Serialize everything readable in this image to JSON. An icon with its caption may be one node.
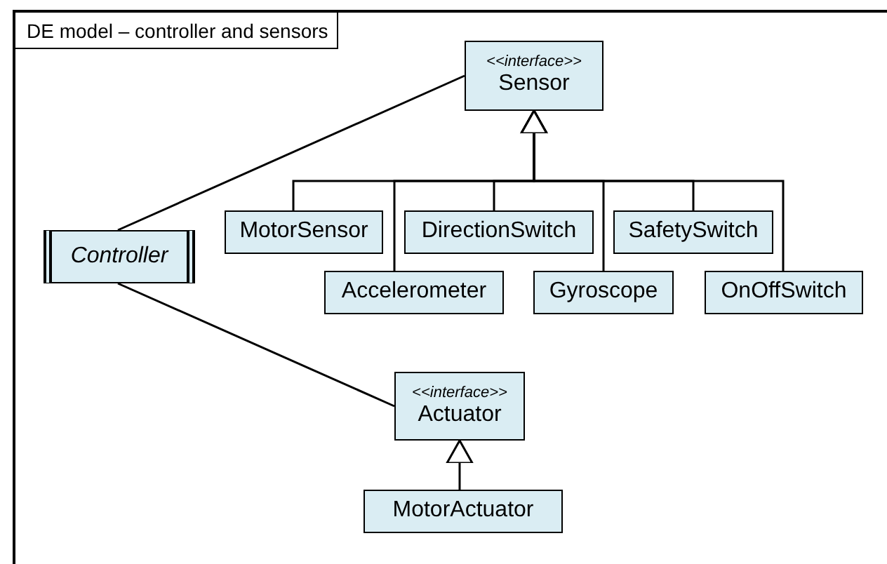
{
  "diagram": {
    "title": "DE model – controller and sensors",
    "nodes": [
      {
        "text": [
          "<<interface>>",
          "Sensor"
        ]
      },
      {
        "text": [
          "Controller"
        ]
      },
      {
        "text": [
          "MotorSensor"
        ]
      },
      {
        "text": [
          "DirectionSwitch"
        ]
      },
      {
        "text": [
          "SafetySwitch"
        ]
      },
      {
        "text": [
          "Accelerometer"
        ]
      },
      {
        "text": [
          "Gyroscope"
        ]
      },
      {
        "text": [
          "OnOffSwitch"
        ]
      },
      {
        "text": [
          "<<interface>>",
          "Actuator"
        ]
      },
      {
        "text": [
          "MotorActuator"
        ]
      }
    ],
    "edges": [
      {
        "from": 1,
        "to": 0,
        "arrow": "none"
      },
      {
        "from": 1,
        "to": 8,
        "arrow": "none"
      },
      {
        "from": 2,
        "to": 0,
        "arrow": "to"
      },
      {
        "from": 5,
        "to": 0,
        "arrow": "to"
      },
      {
        "from": 3,
        "to": 0,
        "arrow": "to"
      },
      {
        "from": 6,
        "to": 0,
        "arrow": "to"
      },
      {
        "from": 4,
        "to": 0,
        "arrow": "to"
      },
      {
        "from": 7,
        "to": 0,
        "arrow": "to"
      },
      {
        "from": 9,
        "to": 8,
        "arrow": "to"
      }
    ]
  }
}
